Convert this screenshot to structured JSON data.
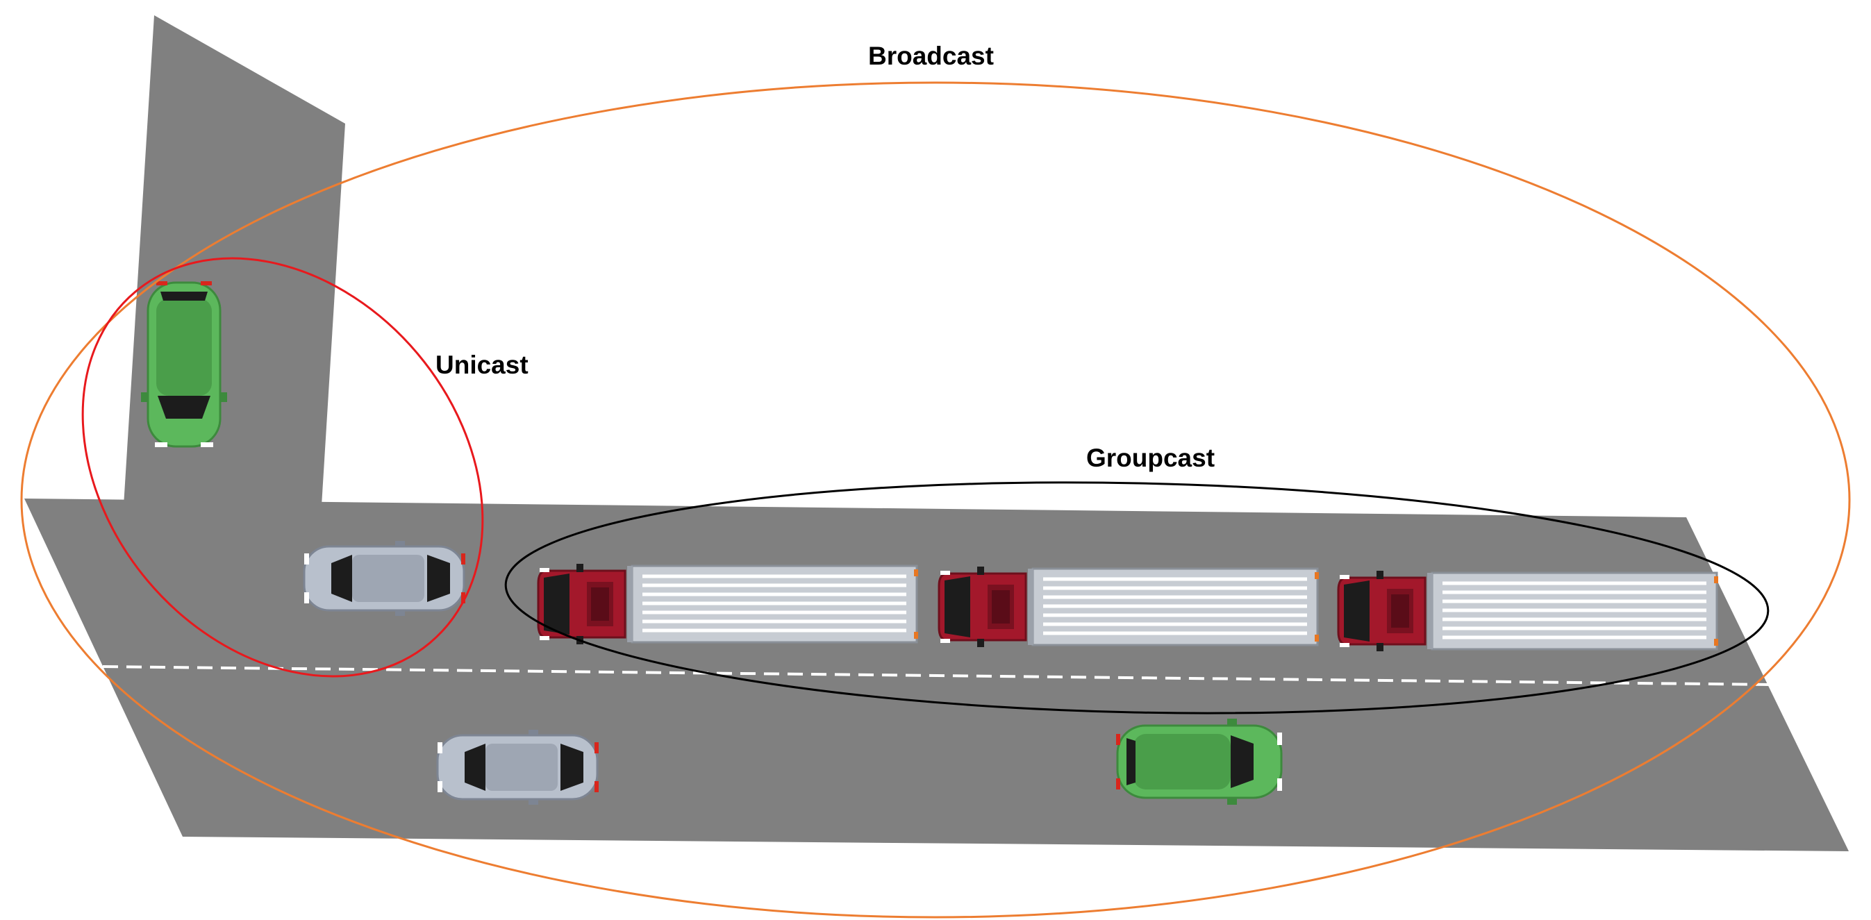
{
  "labels": {
    "broadcast": "Broadcast",
    "unicast": "Unicast",
    "groupcast": "Groupcast"
  },
  "colors": {
    "road": "#808080",
    "lane_marking": "#ffffff",
    "broadcast_ellipse": "#ed7d31",
    "unicast_ellipse": "#e8191d",
    "groupcast_ellipse": "#000000",
    "green_car": "#5cb85c",
    "silver_car": "#b8c0cc",
    "truck_cab": "#a3182b",
    "truck_trailer": "#c7ccd3"
  }
}
